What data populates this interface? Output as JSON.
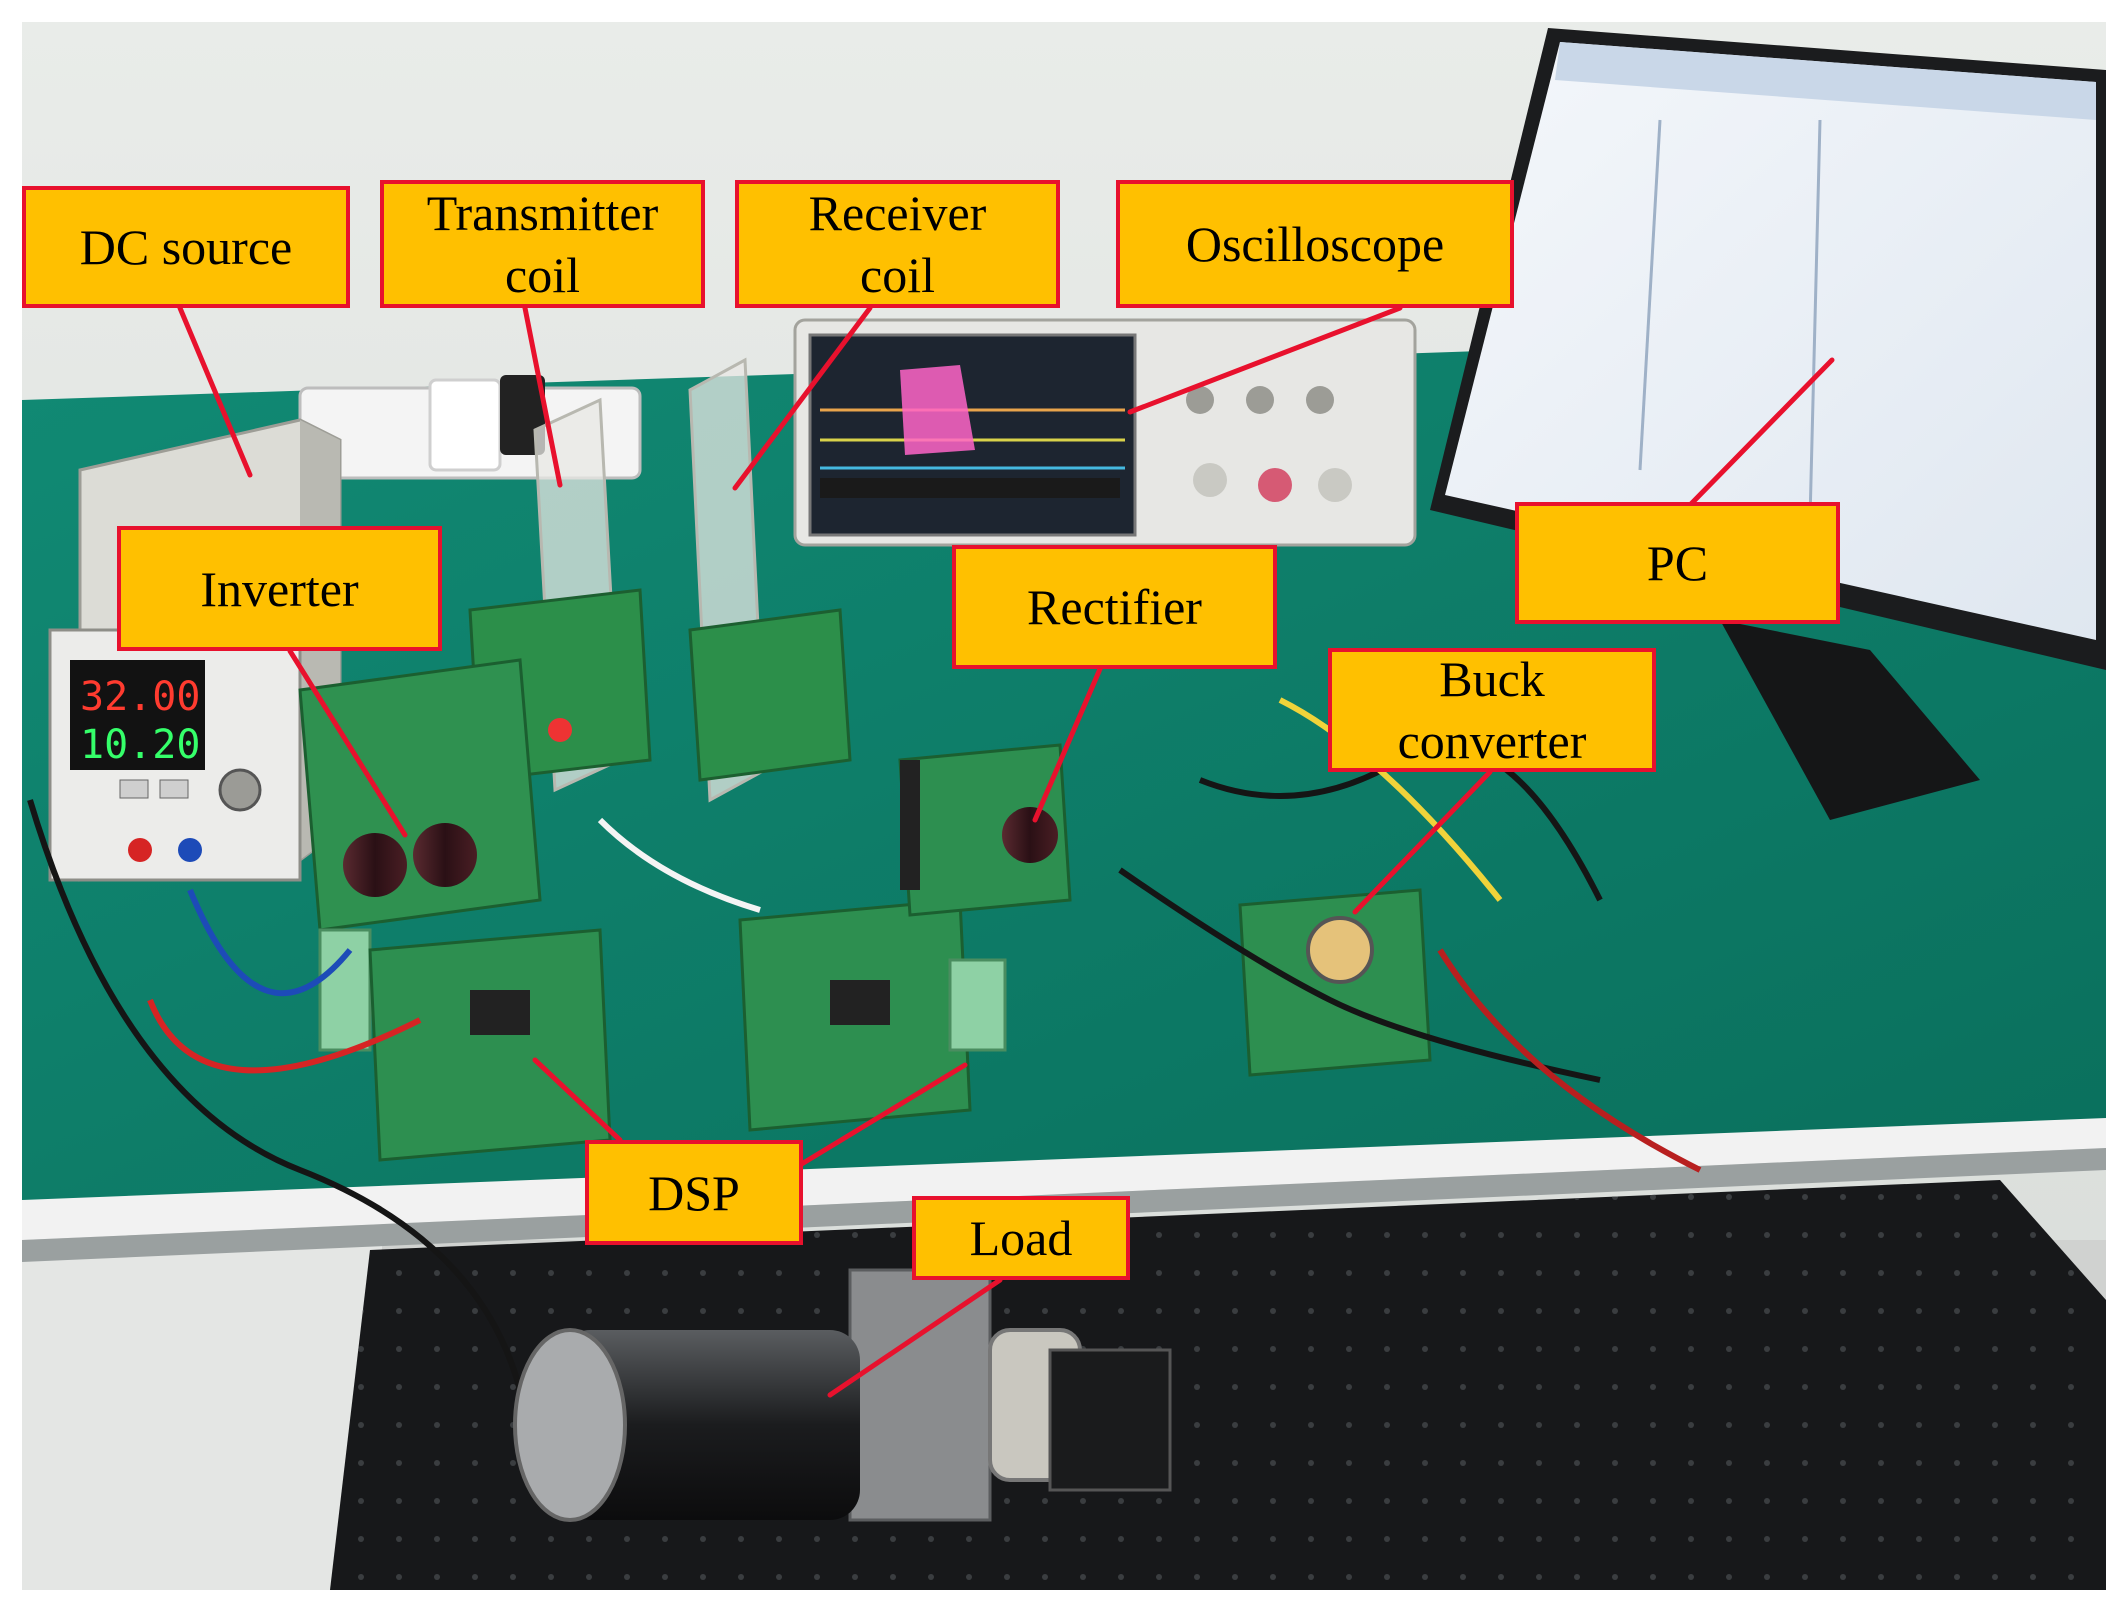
{
  "labels": {
    "dc_source": "DC source",
    "transmitter_coil": "Transmitter\ncoil",
    "receiver_coil": "Receiver\ncoil",
    "oscilloscope": "Oscilloscope",
    "inverter": "Inverter",
    "rectifier": "Rectifier",
    "pc": "PC",
    "buck_converter": "Buck\nconverter",
    "dsp": "DSP",
    "load": "Load"
  },
  "power_supply_display": {
    "voltage": "32.00",
    "current": "10.20"
  },
  "colors": {
    "label_fill": "#FFC000",
    "label_border": "#E8112D",
    "leader_line": "#E8112D",
    "bench_mat": "#0E7E6A"
  }
}
